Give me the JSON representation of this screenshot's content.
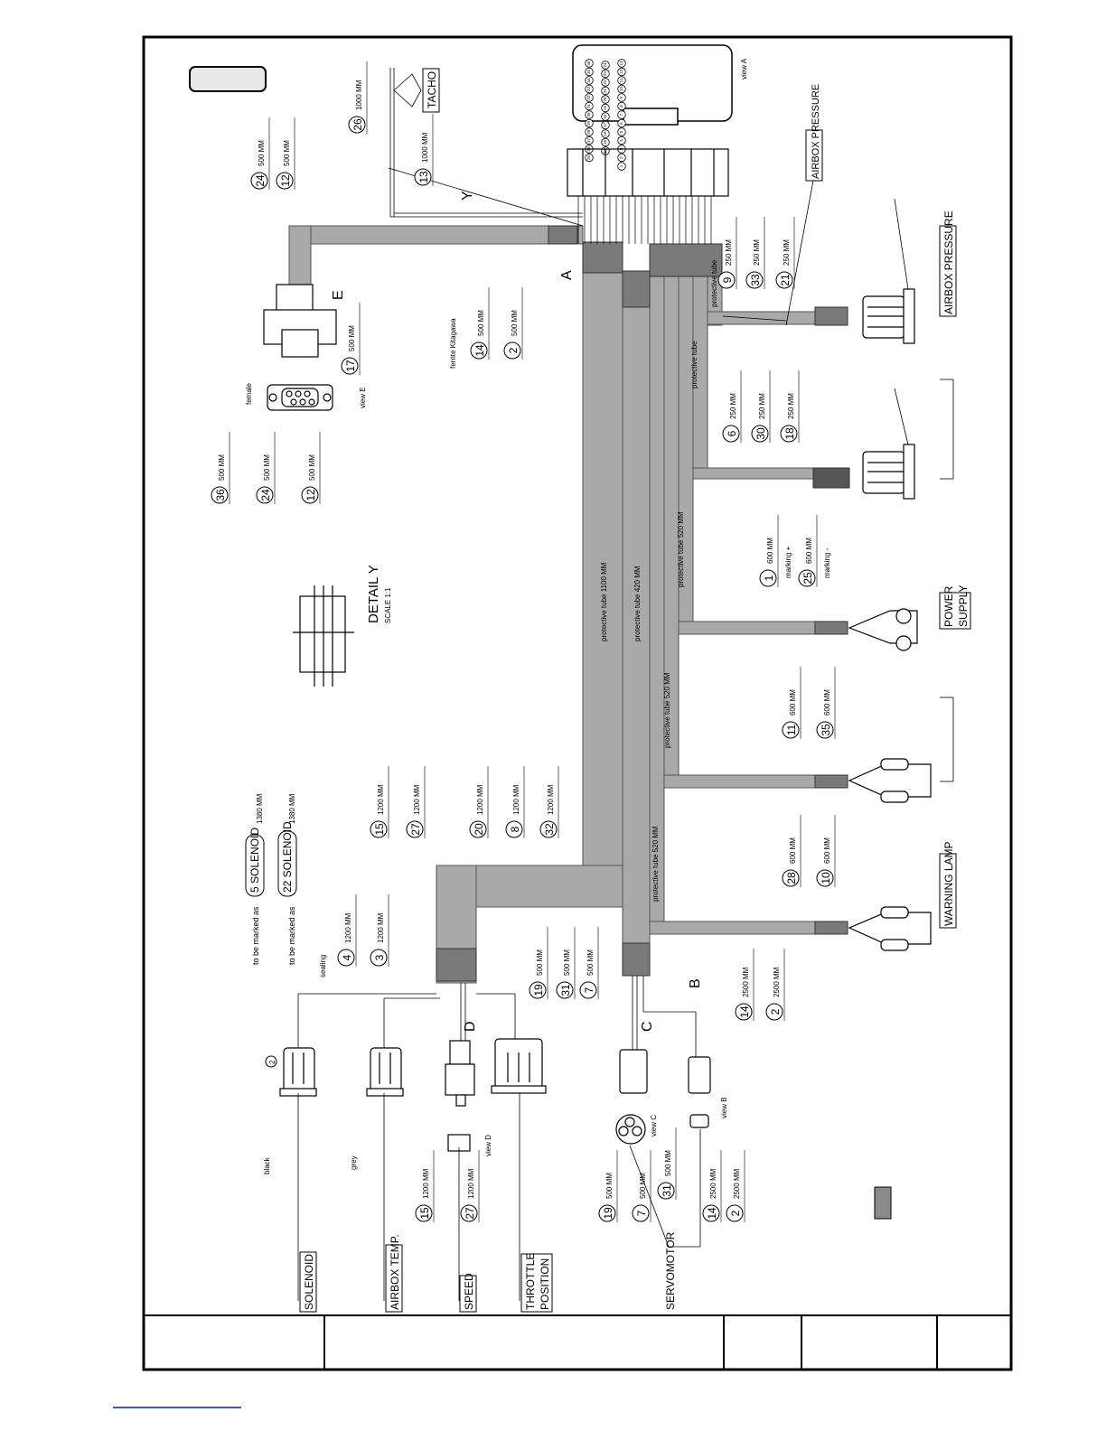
{
  "connectors": {
    "tacho": "TACHO",
    "airbox_pressure_top": "AIRBOX PRESSURE",
    "airbox_pressure": "AIRBOX PRESSURE",
    "power_supply_1": "POWER",
    "power_supply_2": "SUPPLY",
    "warning_lamp": "WARNING LAMP",
    "solenoid": "SOLENOID",
    "airbox_temp": "AIRBOX TEMP.",
    "speed": "SPEED",
    "throttle_1": "THROTTLE",
    "throttle_2": "POSITION",
    "servomotor": "SERVOMOTOR"
  },
  "detail": {
    "title": "DETAIL Y",
    "scale": "SCALE 1:1"
  },
  "views": {
    "a": "view A",
    "e": "view E",
    "d": "view D",
    "c": "view C",
    "b": "view B",
    "female": "female",
    "ferrite": "ferrite Kitagawa",
    "letter_y": "Y",
    "letter_a": "A",
    "letter_e": "E",
    "letter_d": "D",
    "letter_c": "C",
    "letter_b": "B"
  },
  "tubes": {
    "t1100": "protective tube 1100 MM",
    "t420": "protective tube 420 MM",
    "t520a": "protective tube 520 MM",
    "t520b": "protective tube 520 MM",
    "t520c": "protective tube 520 MM",
    "tube_short1": "protective tube",
    "tube_short2": "protective tube"
  },
  "marks": {
    "marked_as_1": "to be marked as",
    "marked_as_2": "to be marked as",
    "solenoid5": "5 SOLENOID",
    "solenoid22": "22 SOLENOID",
    "len1380a": "1380 MM",
    "len1380b": "1380 MM",
    "sealing": "sealing",
    "marking_plus": "marking +",
    "marking_minus": "marking -",
    "black": "black",
    "grey": "grey",
    "circle2": "2"
  },
  "wires_top": [
    {
      "n": "26",
      "len": "1000 MM"
    },
    {
      "n": "13",
      "len": "1000 MM"
    },
    {
      "n": "24",
      "len": "500 MM"
    },
    {
      "n": "12",
      "len": "500 MM"
    },
    {
      "n": "17",
      "len": "500 MM"
    },
    {
      "n": "36",
      "len": "500 MM"
    },
    {
      "n": "24",
      "len": "500 MM"
    },
    {
      "n": "12",
      "len": "500 MM"
    },
    {
      "n": "14",
      "len": "500 MM"
    },
    {
      "n": "2",
      "len": "500 MM"
    },
    {
      "n": "9",
      "len": "250 MM"
    },
    {
      "n": "33",
      "len": "250 MM"
    },
    {
      "n": "21",
      "len": "250 MM"
    },
    {
      "n": "6",
      "len": "250 MM"
    },
    {
      "n": "30",
      "len": "250 MM"
    },
    {
      "n": "18",
      "len": "250 MM"
    },
    {
      "n": "1",
      "len": "600 MM"
    },
    {
      "n": "25",
      "len": "600 MM"
    },
    {
      "n": "11",
      "len": "600 MM"
    },
    {
      "n": "35",
      "len": "600 MM"
    },
    {
      "n": "28",
      "len": "600 MM"
    },
    {
      "n": "10",
      "len": "600 MM"
    }
  ],
  "wires_bottom": [
    {
      "n": "4",
      "len": "1200 MM"
    },
    {
      "n": "3",
      "len": "1200 MM"
    },
    {
      "n": "15",
      "len": "1200 MM"
    },
    {
      "n": "27",
      "len": "1200 MM"
    },
    {
      "n": "20",
      "len": "1200 MM"
    },
    {
      "n": "8",
      "len": "1200 MM"
    },
    {
      "n": "32",
      "len": "1200 MM"
    },
    {
      "n": "19",
      "len": "500 MM"
    },
    {
      "n": "31",
      "len": "500 MM"
    },
    {
      "n": "7",
      "len": "500 MM"
    },
    {
      "n": "14",
      "len": "2500 MM"
    },
    {
      "n": "2",
      "len": "2500 MM"
    },
    {
      "n": "15",
      "len": "1200 MM"
    },
    {
      "n": "27",
      "len": "1200 MM"
    },
    {
      "n": "19",
      "len": "500 MM"
    },
    {
      "n": "7",
      "len": "500 MM"
    },
    {
      "n": "31",
      "len": "500 MM"
    },
    {
      "n": "14",
      "len": "2500 MM"
    },
    {
      "n": "2",
      "len": "2500 MM"
    }
  ],
  "pins_row1": [
    "13",
    "12",
    "11",
    "10",
    "9",
    "8",
    "7",
    "6",
    "5",
    "4",
    "3",
    "2",
    "1"
  ],
  "pins_row2": [
    "24",
    "23",
    "22",
    "21",
    "20",
    "19",
    "18",
    "17",
    "16",
    "15",
    "14"
  ],
  "pins_row3": [
    "36",
    "35",
    "34",
    "33",
    "32",
    "31",
    "30",
    "29",
    "28",
    "27",
    "26",
    "25"
  ],
  "colors": {
    "tube": "#a9a9a9",
    "tube_dark": "#7a7a7a",
    "line": "#000000",
    "link": "#3a55cc"
  }
}
